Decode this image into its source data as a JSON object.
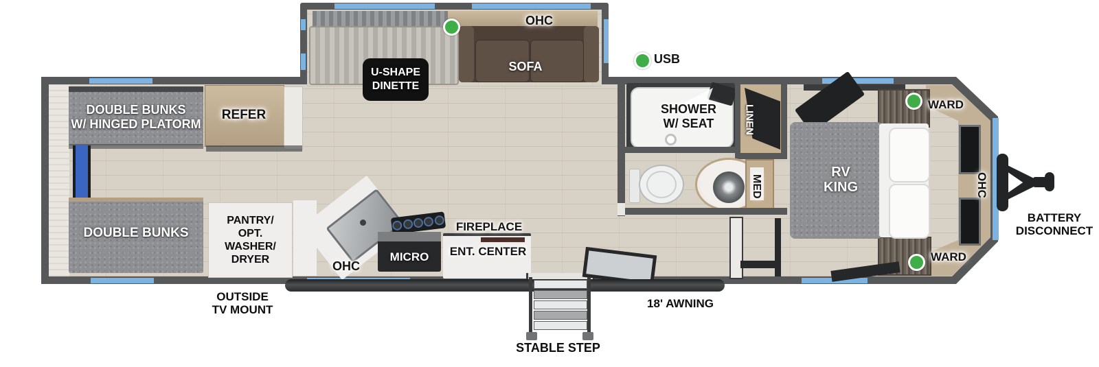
{
  "title": "travel-trailer-floorplan",
  "colors": {
    "wall": "#57585a",
    "floor_wood": "#d8d1c5",
    "window_blue": "#7cb3e1",
    "indicator_green": "#3fae49",
    "ladder_blue": "#3a66c2",
    "cushion_gray": "#8d8f93",
    "sofa_brown": "#5a4b41",
    "cabinet_tan": "#c2b197",
    "counter_white": "#efeeec"
  },
  "slideout": {
    "ohc": "OHC",
    "dinette_line1": "U-SHAPE",
    "dinette_line2": "DINETTE",
    "sofa": "SOFA"
  },
  "indicators": {
    "usb": "USB"
  },
  "bunk_room": {
    "bunk_top_line1": "DOUBLE BUNKS",
    "bunk_top_line2": "W/ HINGED PLATORM",
    "refer": "REFER",
    "bunk_bottom": "DOUBLE BUNKS",
    "pantry_line1": "PANTRY/",
    "pantry_line2": "OPT.",
    "pantry_line3": "WASHER/",
    "pantry_line4": "DRYER"
  },
  "kitchen": {
    "ohc": "OHC",
    "micro": "MICRO",
    "fireplace": "FIREPLACE",
    "ent_center": "ENT. CENTER"
  },
  "bathroom": {
    "shower_line1": "SHOWER",
    "shower_line2": "W/ SEAT",
    "linen": "LINEN",
    "med": "MED"
  },
  "bedroom": {
    "bed_line1": "RV",
    "bed_line2": "KING",
    "ward_top": "WARD",
    "ward_bottom": "WARD",
    "ohc": "OHC"
  },
  "exterior": {
    "outside_tv_line1": "OUTSIDE",
    "outside_tv_line2": "TV MOUNT",
    "stable_step": "STABLE STEP",
    "awning": "18' AWNING",
    "battery_line1": "BATTERY",
    "battery_line2": "DISCONNECT"
  }
}
